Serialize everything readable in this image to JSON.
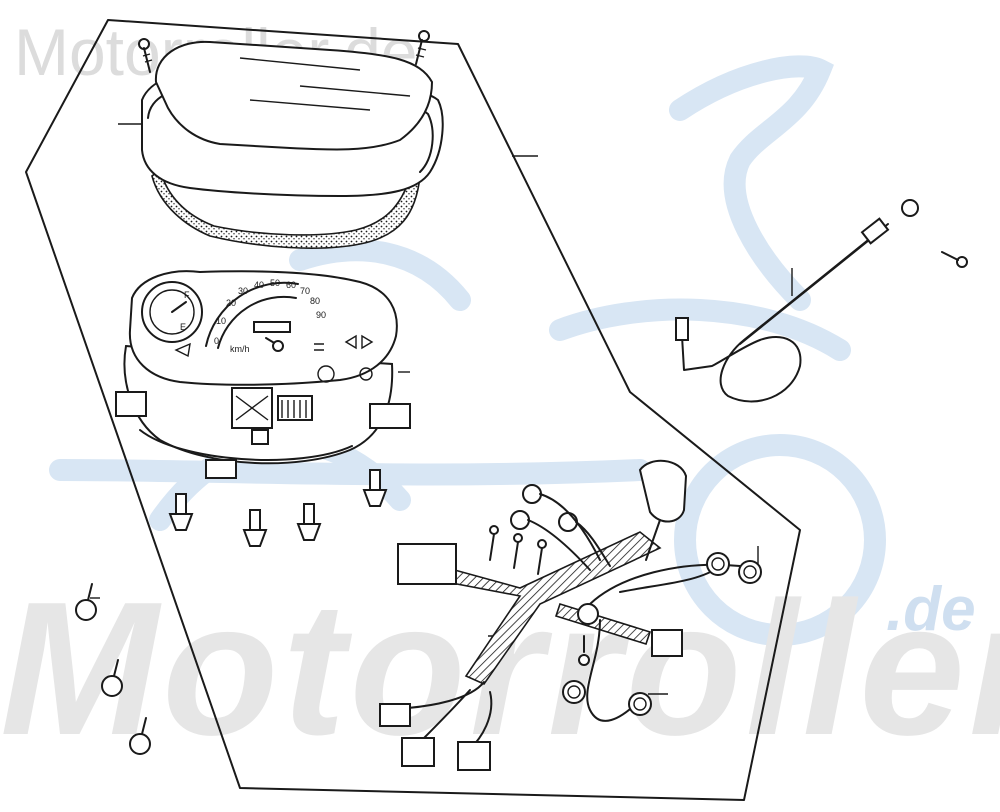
{
  "watermark": {
    "top_text": "Motorroller.de",
    "big_text": "Motorroller",
    "suffix_text": ".de"
  },
  "speedometer": {
    "scale_numbers": [
      "0",
      "10",
      "20",
      "30",
      "40",
      "50",
      "60",
      "70",
      "80",
      "90"
    ],
    "unit": "km/h"
  },
  "fuel_gauge": {
    "marks": [
      "F",
      "E"
    ]
  },
  "colors": {
    "line": "#1a1a1a",
    "watermark_gray": "#dcdcdc",
    "watermark_blue": "#cfdff0"
  }
}
